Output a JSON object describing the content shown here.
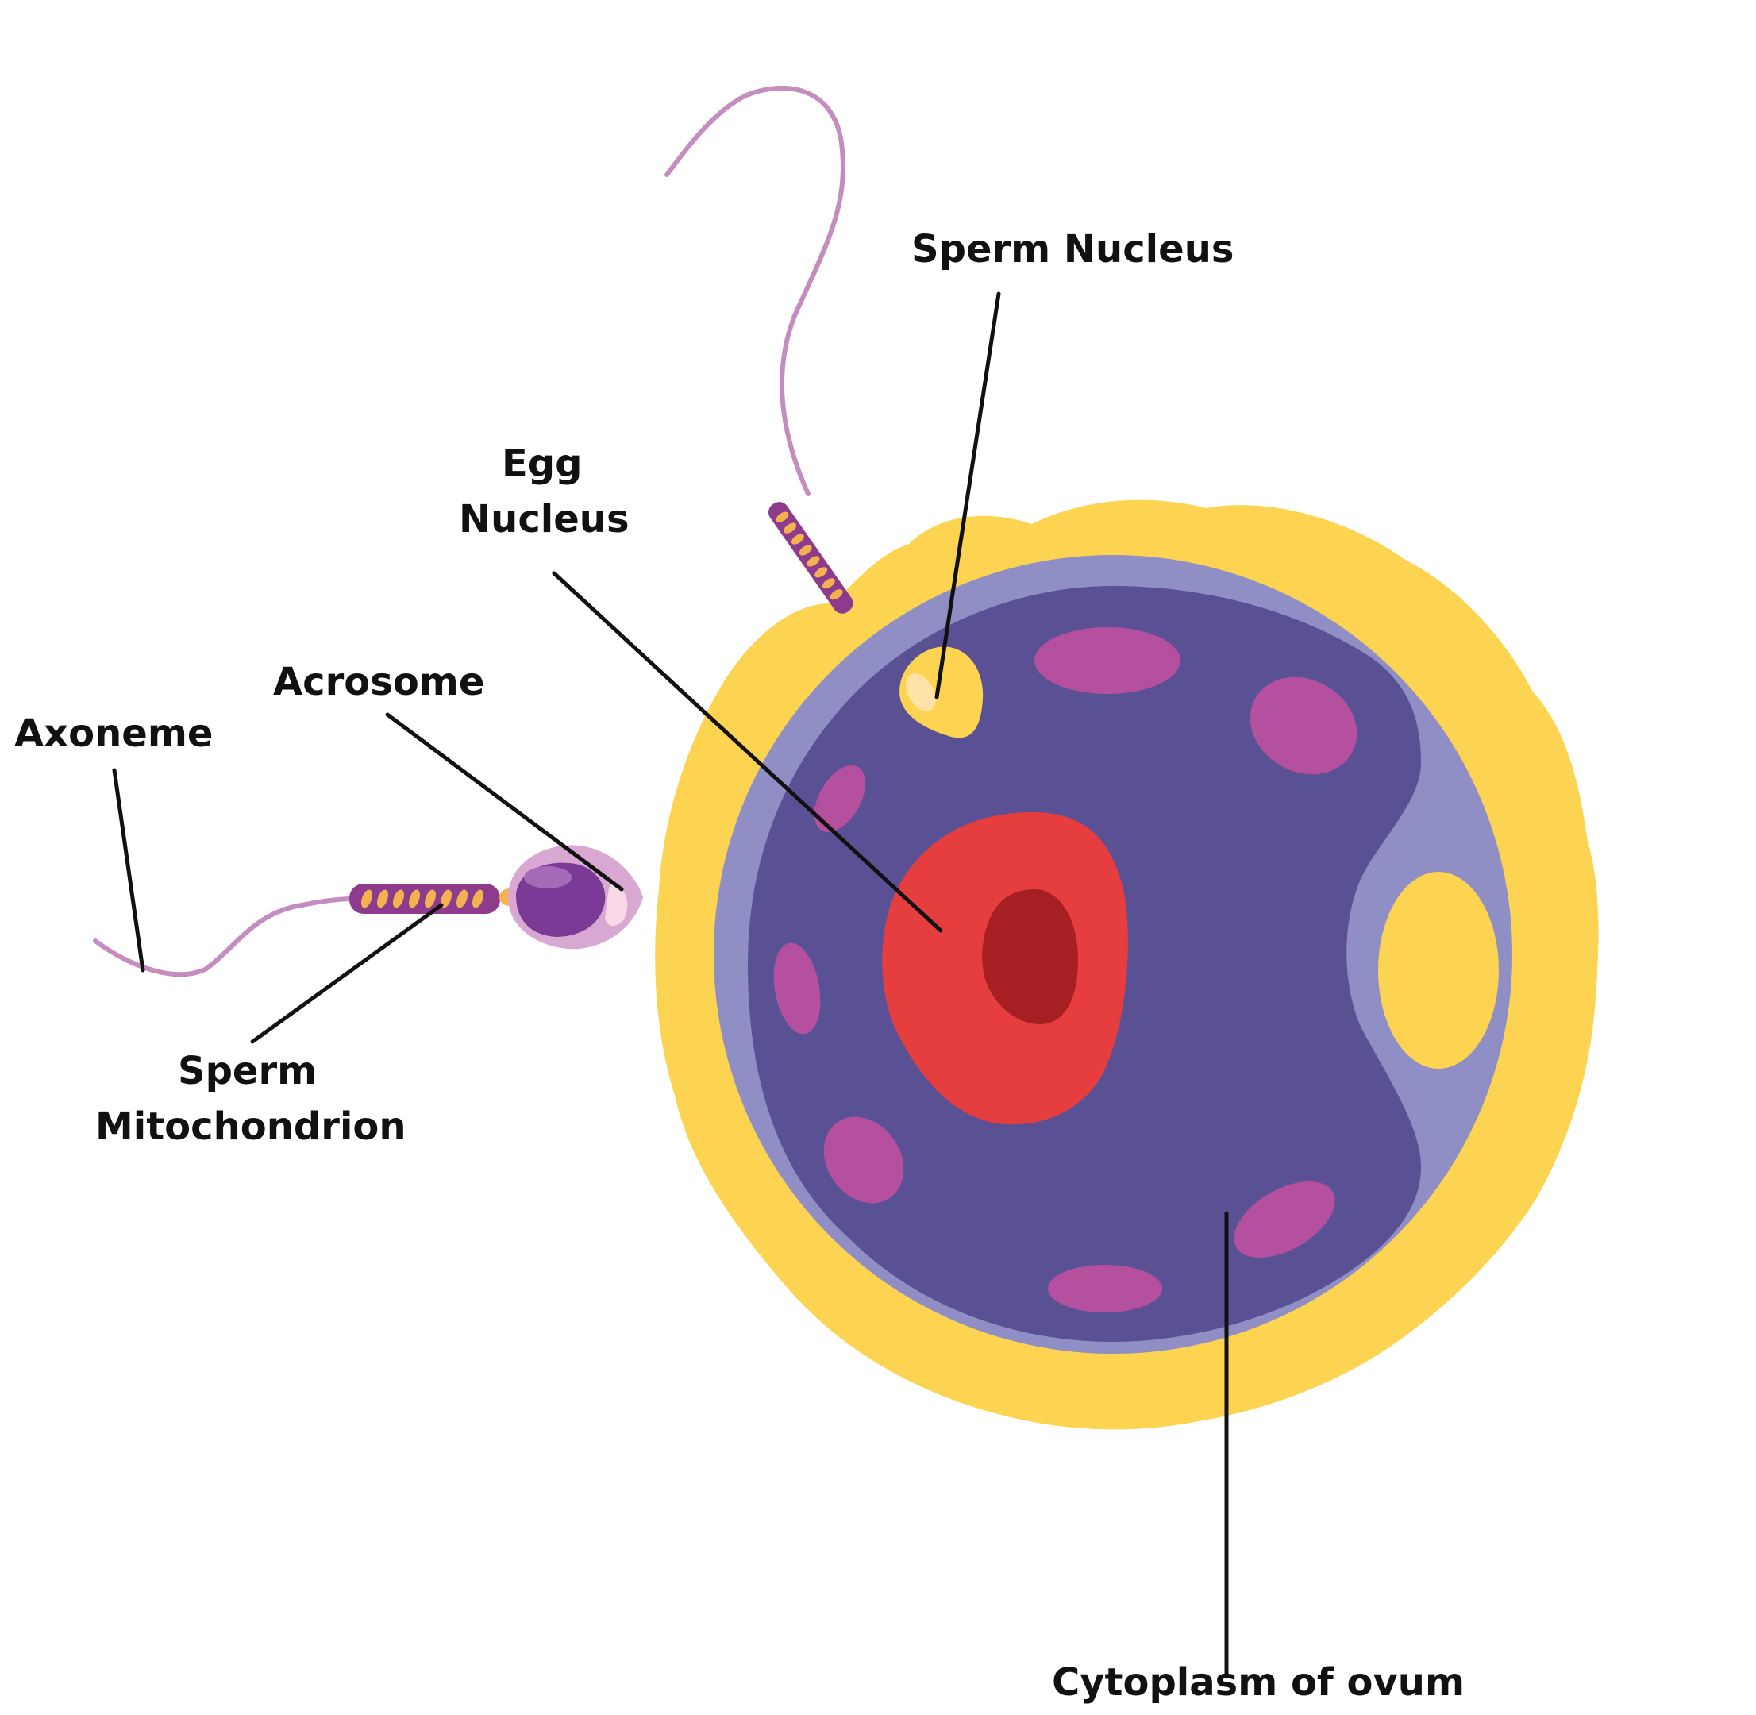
{
  "labels": {
    "sperm_nucleus": "Sperm Nucleus",
    "egg_nucleus_line1": "Egg",
    "egg_nucleus_line2": "Nucleus",
    "acrosome": "Acrosome",
    "axoneme": "Axoneme",
    "sperm_mitochondrion_line1": "Sperm",
    "sperm_mitochondrion_line2": "Mitochondrion",
    "cytoplasm": "Cytoplasm of ovum"
  },
  "colors": {
    "zona_pellucida": "#FDD451",
    "membrane": "#8F8FC5",
    "cytoplasm": "#5A5094",
    "organelle": "#B5509F",
    "egg_nucleus": "#E63E3F",
    "nucleolus": "#A61F23",
    "sperm_body": "#8E3A8D",
    "sperm_tail": "#C58CC0",
    "mitochondria": "#F3B24F"
  }
}
